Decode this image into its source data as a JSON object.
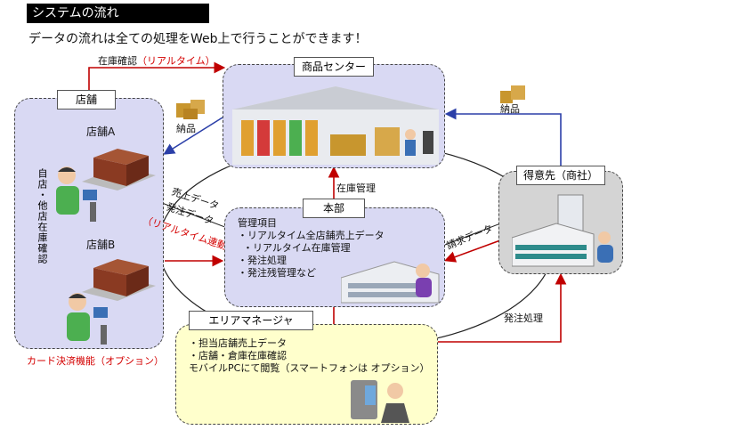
{
  "header": {
    "title": "システムの流れ",
    "subtitle": "データの流れは全ての処理をWeb上で行うことができます！"
  },
  "nodes": {
    "store": {
      "label": "店舗",
      "store_a": "店舗A",
      "store_b": "店舗B",
      "side_text": "自店・他店在庫確認",
      "card_option": "カード決済機能（オプション）"
    },
    "center": {
      "label": "商品センター"
    },
    "hq": {
      "label": "本部",
      "items": [
        "管理項目",
        "・リアルタイム全店舗売上データ",
        "・リアルタイム在庫管理",
        "・発注処理",
        "・発注残管理など"
      ]
    },
    "supplier": {
      "label": "得意先（商社）"
    },
    "area": {
      "label": "エリアマネージャ",
      "items": [
        "・担当店舗売上データ",
        "・店舗・倉庫在庫確認"
      ],
      "mobile": "モバイルPCにて閲覧（スマートフォンは オプション）"
    }
  },
  "flows": {
    "stock_check_prefix": "在庫確認",
    "stock_check_realtime": "（リアルタイム）",
    "delivery_left": "納品",
    "delivery_right": "納品",
    "inventory_mgmt": "在庫管理",
    "sales_data": "売上データ",
    "order_data": "発注データ",
    "realtime_link": "（リアルタイム連動）",
    "billing_data": "請求データ",
    "order_process": "発注処理"
  },
  "colors": {
    "panel_lavender": "#d9d9f3",
    "panel_gray": "#d4d4d4",
    "panel_yellow": "#ffffcc",
    "arrow_red": "#c00000",
    "arrow_blue": "#2b3fa8"
  }
}
